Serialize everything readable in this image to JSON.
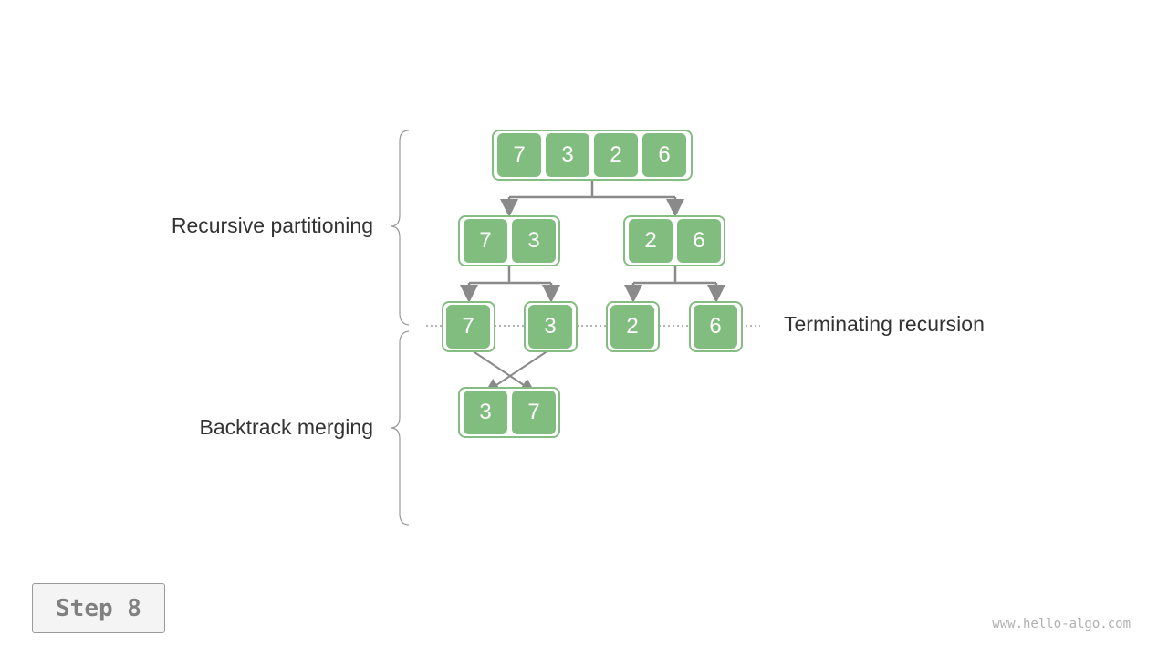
{
  "labels": {
    "partition": "Recursive partitioning",
    "terminate": "Terminating recursion",
    "merge": "Backtrack merging"
  },
  "nodes": {
    "root": [
      "7",
      "3",
      "2",
      "6"
    ],
    "left": [
      "7",
      "3"
    ],
    "right": [
      "2",
      "6"
    ],
    "leaf1": [
      "7"
    ],
    "leaf2": [
      "3"
    ],
    "leaf3": [
      "2"
    ],
    "leaf4": [
      "6"
    ],
    "merged": [
      "3",
      "7"
    ]
  },
  "step": "Step 8",
  "watermark": "www.hello-algo.com",
  "colors": {
    "cell_fill": "#82bd80",
    "cell_border": "#85bc82",
    "arrow": "#8a8a8a"
  }
}
